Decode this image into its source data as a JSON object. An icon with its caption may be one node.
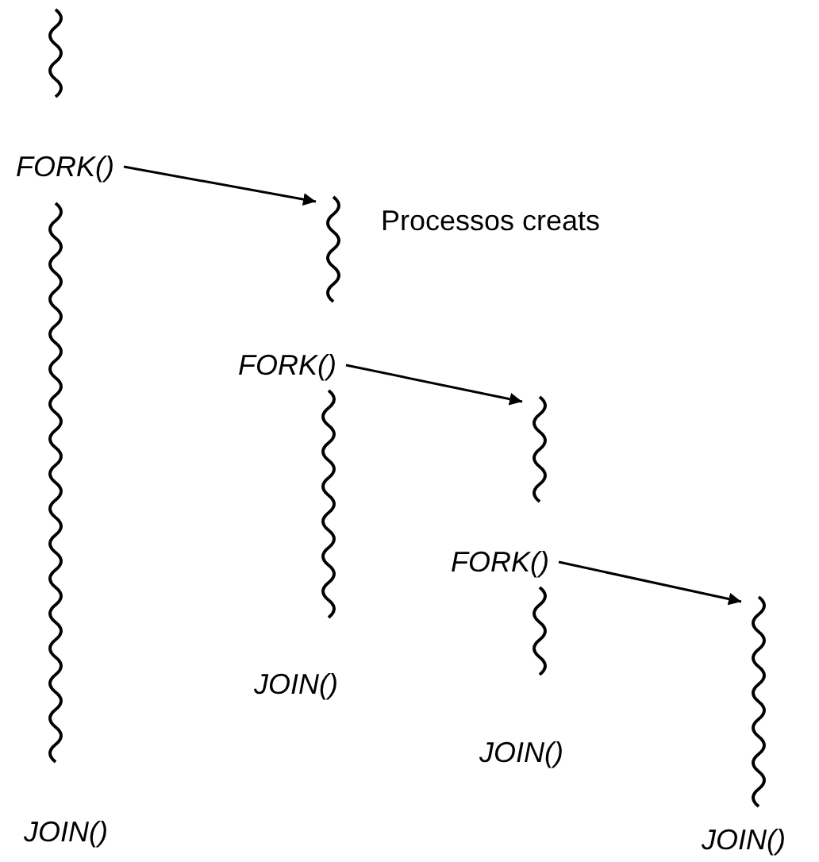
{
  "diagram": {
    "nodes": [
      {
        "text": [
          "FORK()"
        ]
      },
      {
        "text": [],
        "shape": "wave"
      },
      {
        "text": [
          "FORK()"
        ]
      },
      {
        "text": [],
        "shape": "wave"
      },
      {
        "text": [
          "FORK()"
        ]
      },
      {
        "text": [],
        "shape": "wave"
      }
    ],
    "edges": [
      {
        "from": 0,
        "to": 1,
        "arrow": "to"
      },
      {
        "from": 2,
        "to": 3,
        "arrow": "to"
      },
      {
        "from": 4,
        "to": 5,
        "arrow": "to"
      }
    ],
    "labels": [
      "Processos creats",
      "JOIN()",
      "JOIN()",
      "JOIN()",
      "JOIN()"
    ]
  }
}
